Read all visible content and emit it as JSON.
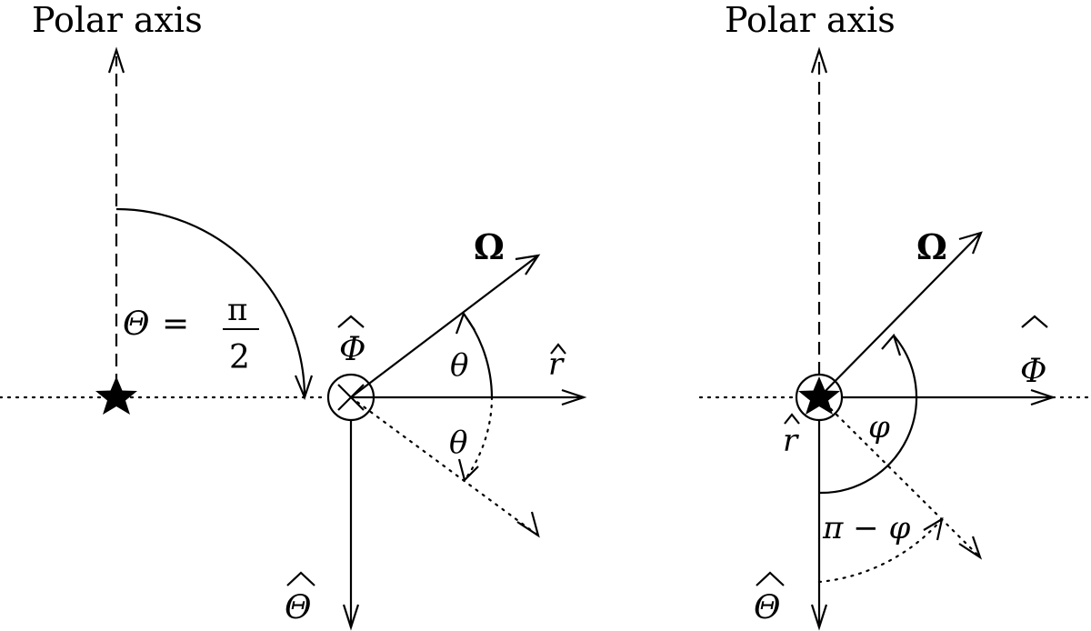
{
  "left_panel": {
    "title": "Polar axis",
    "angle_label": "Θ = ",
    "angle_numerator": "π",
    "angle_denominator": "2",
    "phi_hat": "Φ",
    "theta_hat": "Θ",
    "r_hat": "r",
    "omega": "Ω",
    "theta_upper": "θ",
    "theta_lower": "θ"
  },
  "right_panel": {
    "title": "Polar axis",
    "omega": "Ω",
    "phi_hat": "Φ",
    "r_hat": "r",
    "theta_hat": "Θ",
    "varphi": "φ",
    "pi_minus_varphi": "π − φ"
  }
}
